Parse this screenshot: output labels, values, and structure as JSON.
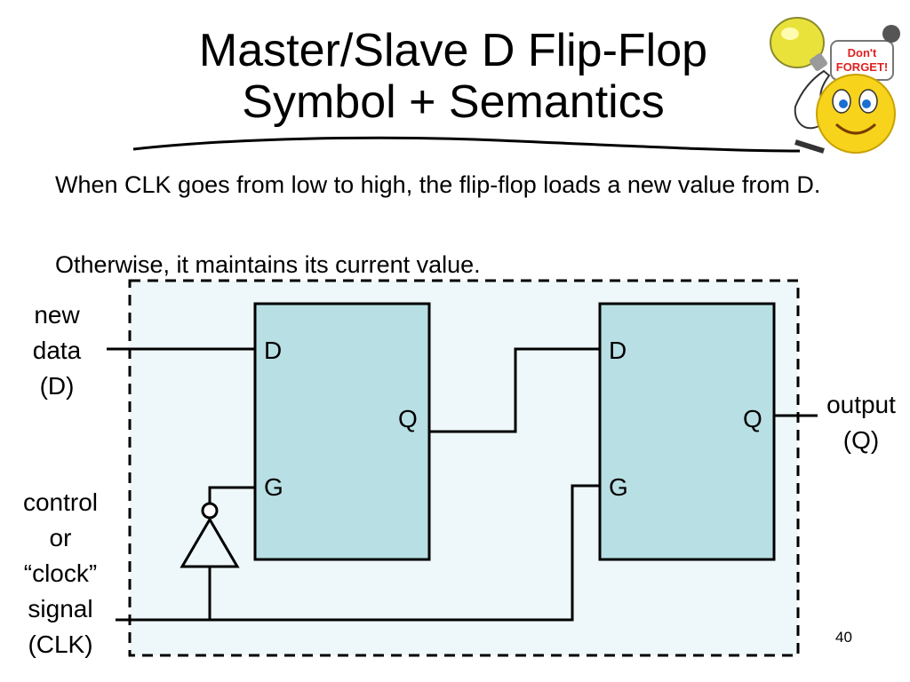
{
  "slide": {
    "title_line1": "Master/Slave D Flip-Flop",
    "title_line2": "Symbol + Semantics",
    "bullets": [
      "When CLK goes from low to high, the flip-flop loads a new value from D.",
      "Otherwise, it maintains its current value."
    ],
    "page_number": "40"
  },
  "mascot": {
    "icon": "dont-forget-smiley-icon",
    "sign_line1": "Don't",
    "sign_line2": "FORGET!"
  },
  "diagram": {
    "labels": {
      "input_data": [
        "new",
        "data",
        "(D)"
      ],
      "clock": [
        "control",
        "or",
        "“clock”",
        "signal",
        "(CLK)"
      ],
      "output": [
        "output",
        "(Q)"
      ]
    },
    "master": {
      "pin_d": "D",
      "pin_q": "Q",
      "pin_g": "G"
    },
    "slave": {
      "pin_d": "D",
      "pin_q": "Q",
      "pin_g": "G"
    },
    "colors": {
      "block_fill": "#b8dfe3",
      "region_fill": "#eef7f9",
      "mascot_yellow": "#f7d31c",
      "sign_red": "#e02020"
    }
  }
}
